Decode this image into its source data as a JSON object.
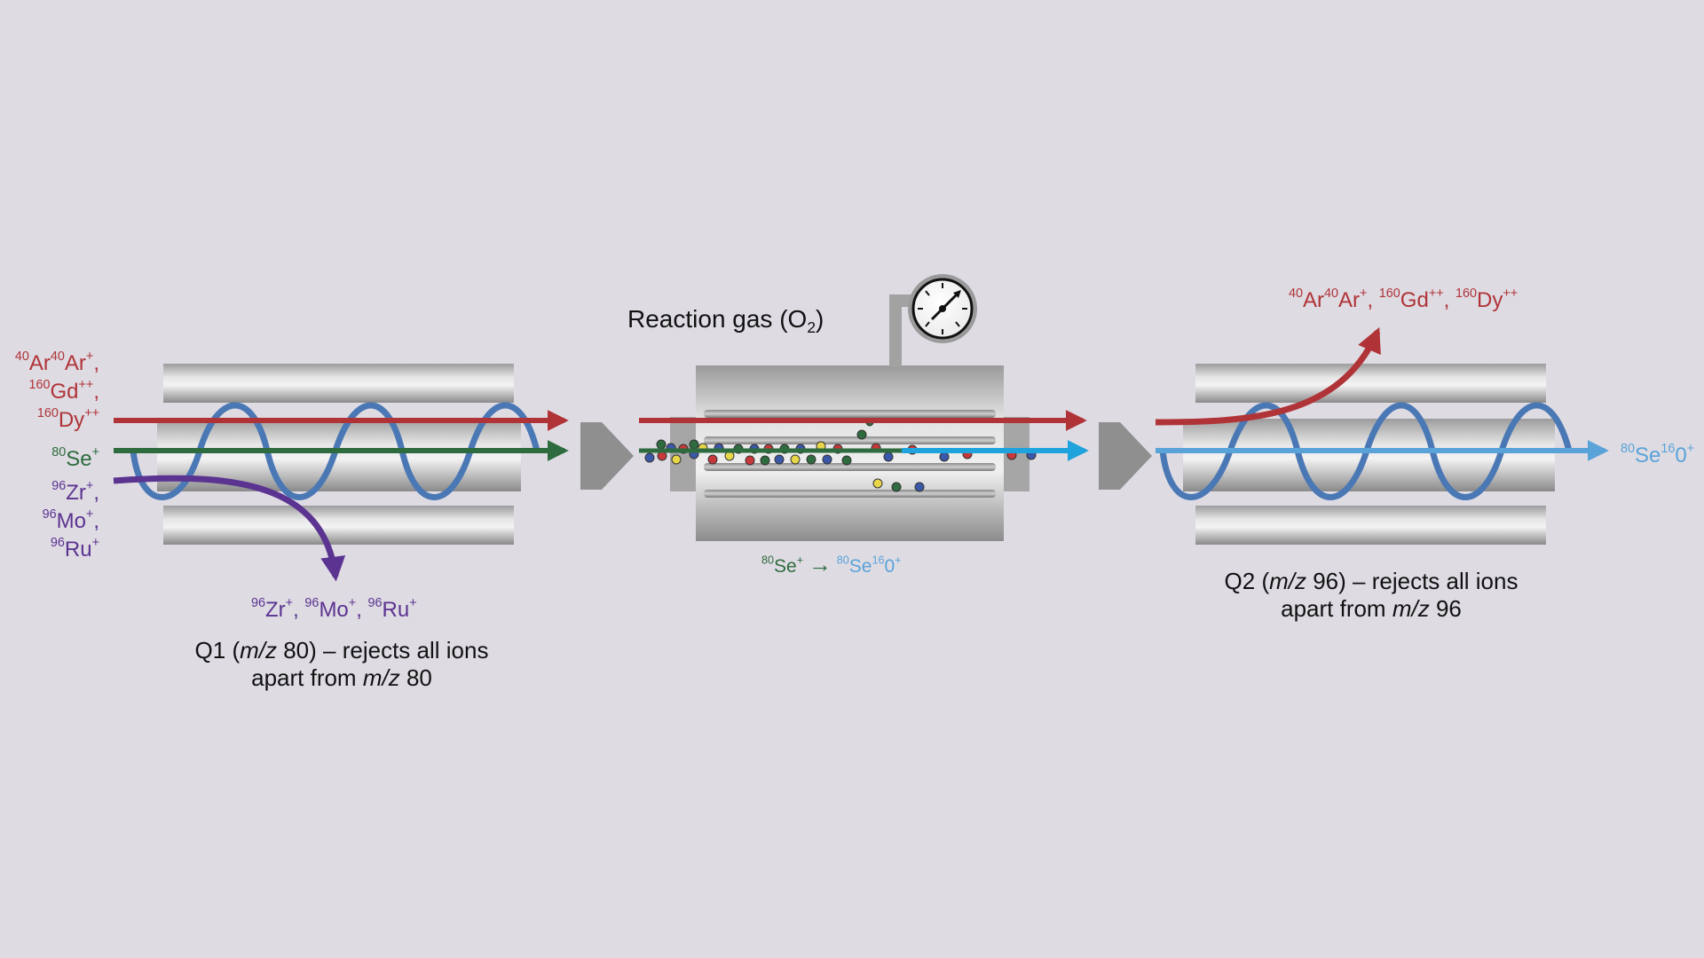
{
  "q1": {
    "input_ions": {
      "interference_lines": [
        {
          "iso": "40",
          "el": "Ar",
          "iso2": "40",
          "el2": "Ar",
          "charge": "+",
          "sep": ","
        },
        {
          "iso": "160",
          "el": "Gd",
          "charge": "++",
          "sep": ","
        },
        {
          "iso": "160",
          "el": "Dy",
          "charge": "++",
          "sep": ""
        }
      ],
      "analyte": {
        "iso": "80",
        "el": "Se",
        "charge": "+"
      },
      "isobar_lines": [
        {
          "iso": "96",
          "el": "Zr",
          "charge": "+",
          "sep": ","
        },
        {
          "iso": "96",
          "el": "Mo",
          "charge": "+",
          "sep": ","
        },
        {
          "iso": "96",
          "el": "Ru",
          "charge": "+",
          "sep": ""
        }
      ]
    },
    "rejected": [
      {
        "iso": "96",
        "el": "Zr",
        "charge": "+"
      },
      {
        "iso": "96",
        "el": "Mo",
        "charge": "+"
      },
      {
        "iso": "96",
        "el": "Ru",
        "charge": "+"
      }
    ],
    "caption": {
      "prefix": "Q1 (",
      "mz_italic": "m/z",
      "mass": " 80) – rejects all ions",
      "line2_prefix": "apart from ",
      "line2_mass": " 80"
    }
  },
  "cell": {
    "gas_label": {
      "text": "Reaction gas (O",
      "sub": "2",
      "close": ")"
    },
    "reaction": {
      "reactant": {
        "iso": "80",
        "el": "Se",
        "charge": "+"
      },
      "arrow": "→",
      "product": {
        "iso": "80",
        "el": "Se",
        "iso2": "16",
        "el2": "0",
        "charge": "+"
      }
    }
  },
  "q2": {
    "rejected": [
      {
        "iso": "40",
        "el": "Ar",
        "iso2": "40",
        "el2": "Ar",
        "charge": "+"
      },
      {
        "iso": "160",
        "el": "Gd",
        "charge": "++"
      },
      {
        "iso": "160",
        "el": "Dy",
        "charge": "++"
      }
    ],
    "transmitted": {
      "iso": "80",
      "el": "Se",
      "iso2": "16",
      "el2": "0",
      "charge": "+"
    },
    "caption": {
      "prefix": "Q2 (",
      "mz_italic": "m/z",
      "mass": " 96) – rejects all ions",
      "line2_prefix": "apart from ",
      "line2_mass": " 96"
    }
  },
  "colors": {
    "background": "#dedbe3",
    "interference": "#b03437",
    "analyte": "#2e6b3e",
    "isobar": "#5b3391",
    "product": "#5aa3d9",
    "product_bright": "#1fa3dc",
    "rf_wave": "#4a78b5",
    "flow_chevron": "#8f8f8f"
  },
  "icons": [
    "pressure-gauge-icon",
    "flow-chevron-icon"
  ]
}
